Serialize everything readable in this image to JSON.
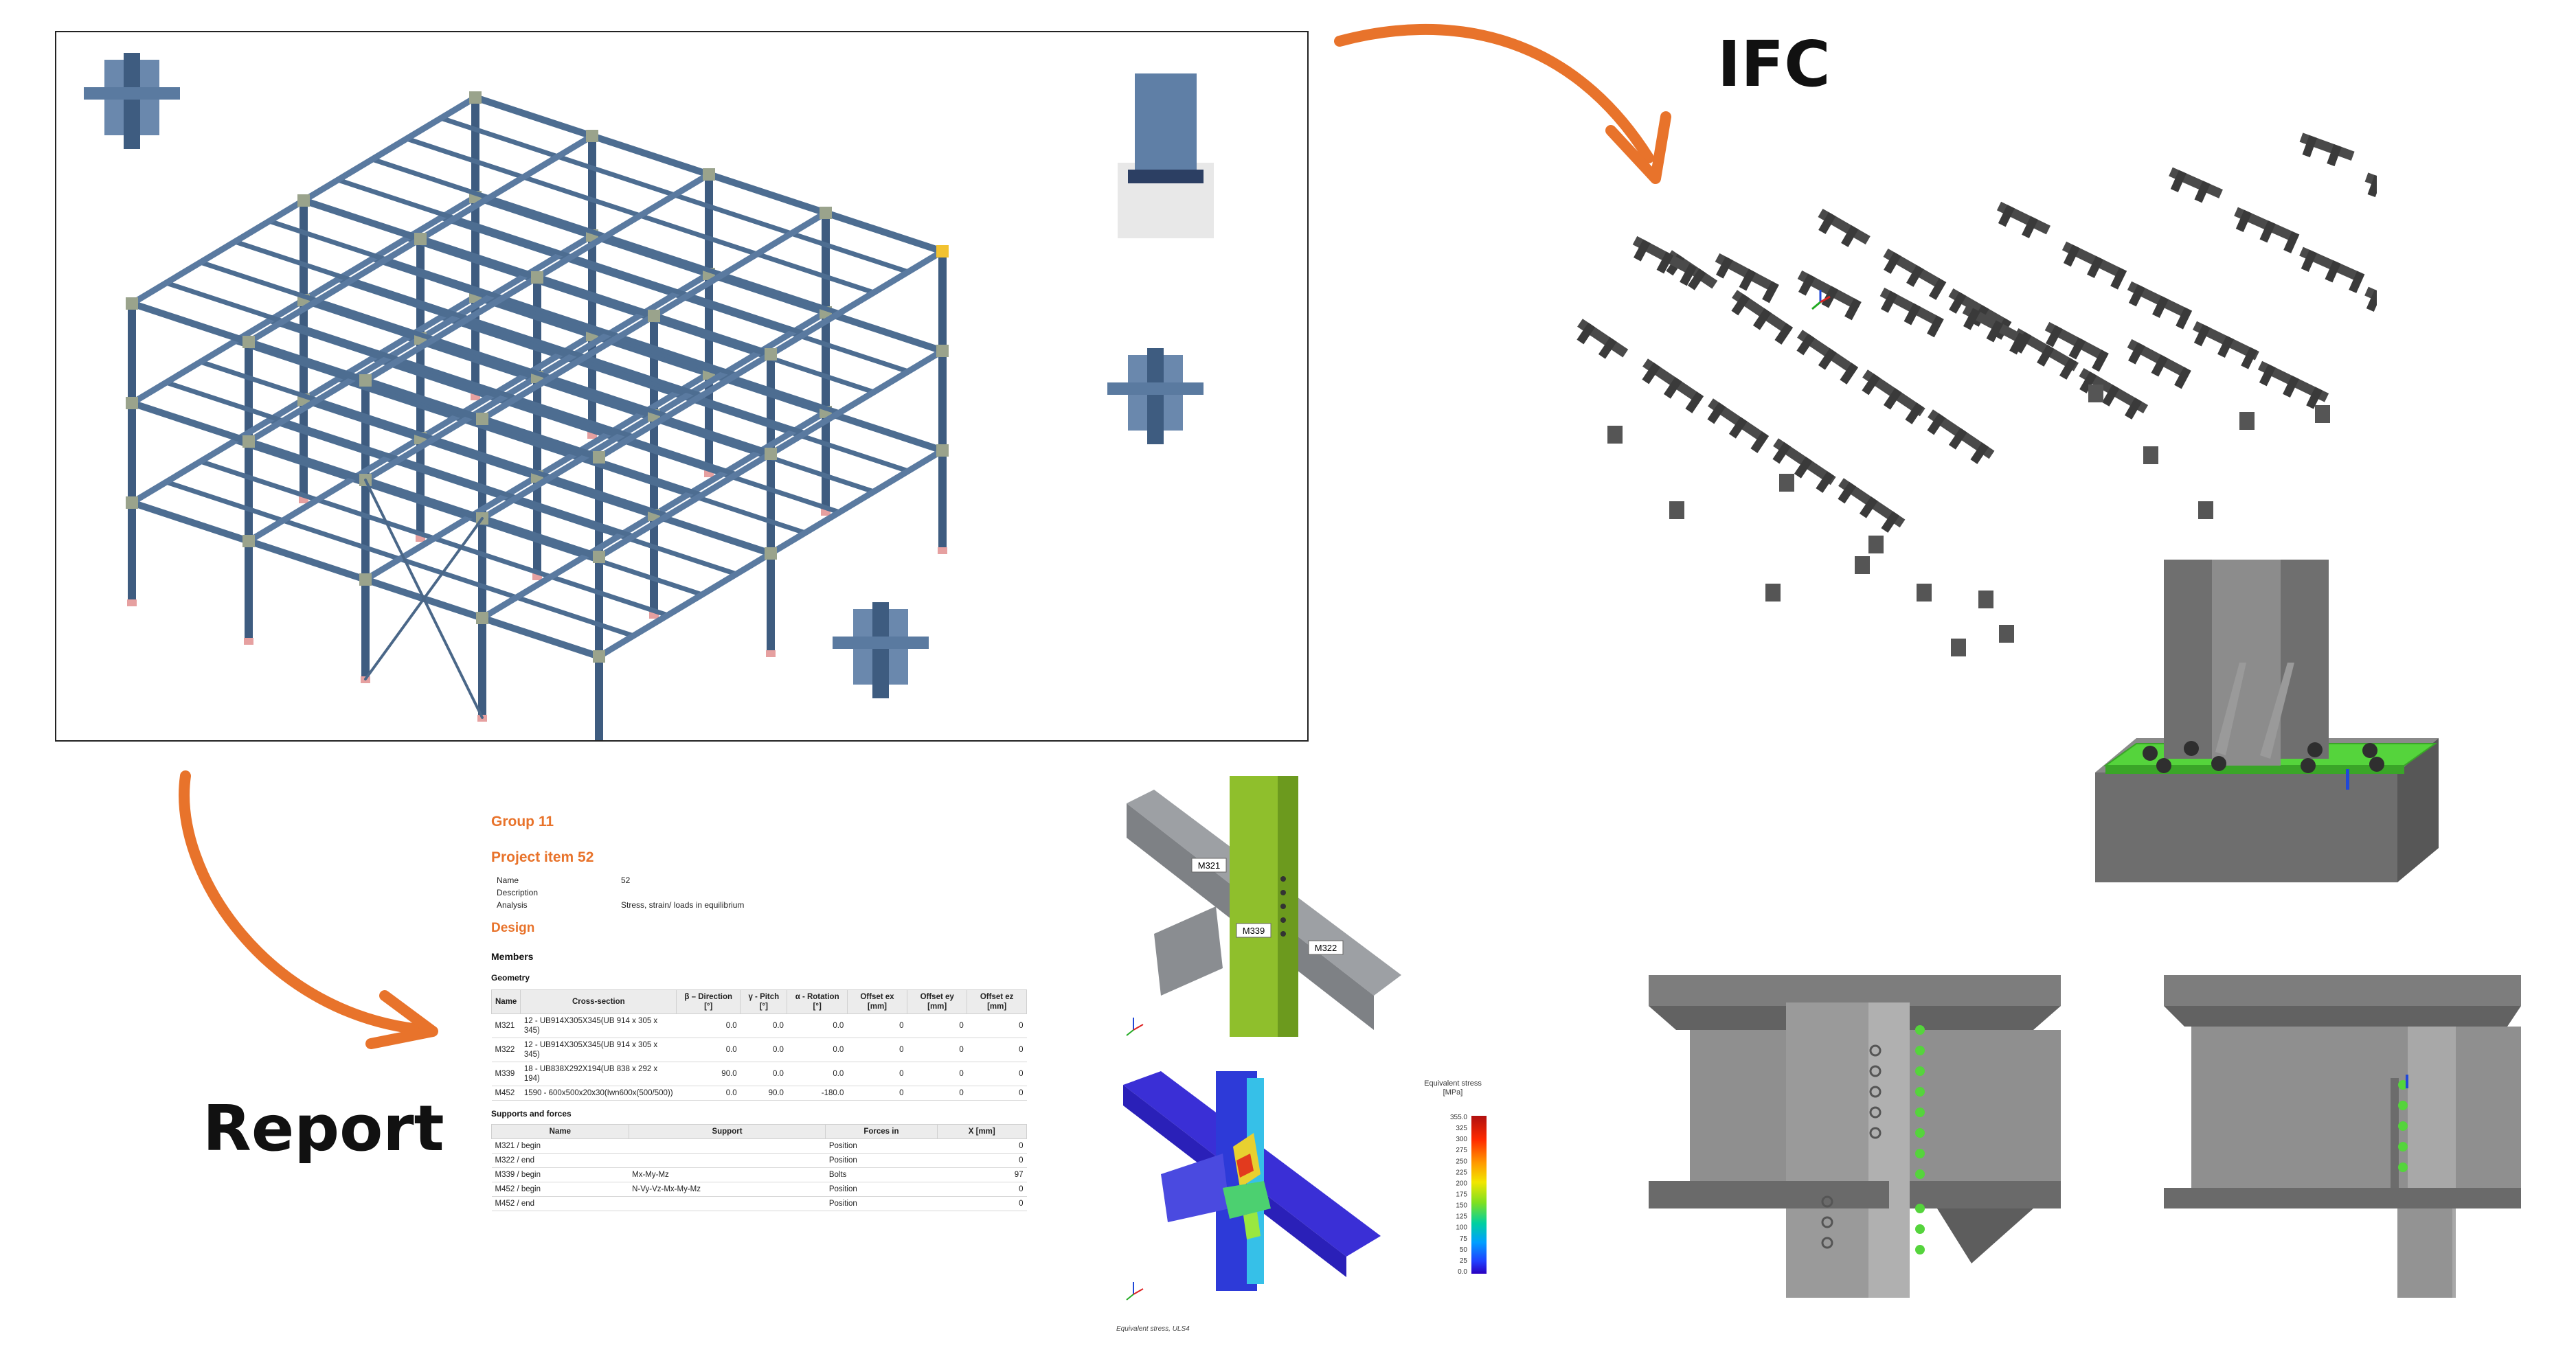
{
  "labels": {
    "ifc": "IFC",
    "report": "Report"
  },
  "report": {
    "group_title": "Group 11",
    "project_item_title": "Project item 52",
    "fields": [
      {
        "key": "Name",
        "value": "52"
      },
      {
        "key": "Description",
        "value": ""
      },
      {
        "key": "Analysis",
        "value": "Stress, strain/ loads in equilibrium"
      }
    ],
    "design_title": "Design",
    "members_title": "Members",
    "geometry_title": "Geometry",
    "geometry_headers": [
      "Name",
      "Cross-section",
      "β – Direction [°]",
      "γ - Pitch [°]",
      "α - Rotation [°]",
      "Offset ex [mm]",
      "Offset ey [mm]",
      "Offset ez [mm]"
    ],
    "geometry_rows": [
      [
        "M321",
        "12 - UB914X305X345(UB 914 x 305 x 345)",
        "0.0",
        "0.0",
        "0.0",
        "0",
        "0",
        "0"
      ],
      [
        "M322",
        "12 - UB914X305X345(UB 914 x 305 x 345)",
        "0.0",
        "0.0",
        "0.0",
        "0",
        "0",
        "0"
      ],
      [
        "M339",
        "18 - UB838X292X194(UB 838 x 292 x 194)",
        "90.0",
        "0.0",
        "0.0",
        "0",
        "0",
        "0"
      ],
      [
        "M452",
        "1590 - 600x500x20x30(Iwn600x(500/500))",
        "0.0",
        "90.0",
        "-180.0",
        "0",
        "0",
        "0"
      ]
    ],
    "supports_title": "Supports and forces",
    "supports_headers": [
      "Name",
      "Support",
      "Forces in",
      "X [mm]"
    ],
    "supports_rows": [
      [
        "M321 / begin",
        "",
        "Position",
        "0"
      ],
      [
        "M322 / end",
        "",
        "Position",
        "0"
      ],
      [
        "M339 / begin",
        "Mx-My-Mz",
        "Bolts",
        "97"
      ],
      [
        "M452 / begin",
        "N-Vy-Vz-Mx-My-Mz",
        "Position",
        "0"
      ],
      [
        "M452 / end",
        "",
        "Position",
        "0"
      ]
    ]
  },
  "connection_view": {
    "member_labels": [
      "M321",
      "M339",
      "M322"
    ]
  },
  "stress_view": {
    "legend_title": "Equivalent stress [MPa]",
    "legend_values": [
      "355.0",
      "325",
      "300",
      "275",
      "250",
      "225",
      "200",
      "175",
      "150",
      "125",
      "100",
      "75",
      "50",
      "25",
      "0.0"
    ],
    "caption": "Equivalent stress, ULS4"
  },
  "colors": {
    "arrow": "#e8732b",
    "steel_blue": "#4d6d91",
    "ifc_gray": "#4a4a4a",
    "plate_green": "#55d43c",
    "report_orange": "#e8732b"
  }
}
